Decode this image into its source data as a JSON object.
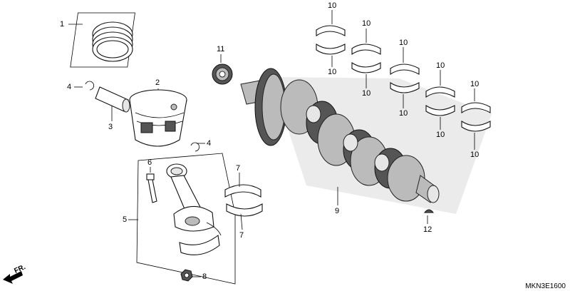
{
  "callouts": [
    {
      "id": "c1",
      "text": "1"
    },
    {
      "id": "c2",
      "text": "2"
    },
    {
      "id": "c3",
      "text": "3"
    },
    {
      "id": "c4a",
      "text": "4"
    },
    {
      "id": "c4b",
      "text": "4"
    },
    {
      "id": "c5",
      "text": "5"
    },
    {
      "id": "c6",
      "text": "6"
    },
    {
      "id": "c7a",
      "text": "7"
    },
    {
      "id": "c7b",
      "text": "7"
    },
    {
      "id": "c8",
      "text": "8"
    },
    {
      "id": "c9",
      "text": "9"
    },
    {
      "id": "c10a",
      "text": "10"
    },
    {
      "id": "c10b",
      "text": "10"
    },
    {
      "id": "c10c",
      "text": "10"
    },
    {
      "id": "c10d",
      "text": "10"
    },
    {
      "id": "c10e",
      "text": "10"
    },
    {
      "id": "c10f",
      "text": "10"
    },
    {
      "id": "c10g",
      "text": "10"
    },
    {
      "id": "c10h",
      "text": "10"
    },
    {
      "id": "c10i",
      "text": "10"
    },
    {
      "id": "c10j",
      "text": "10"
    },
    {
      "id": "c11",
      "text": "11"
    },
    {
      "id": "c12",
      "text": "12"
    }
  ],
  "front_arrow_label": "FR.",
  "diagram_code": "MKN3E1600",
  "parts": {
    "piston_rings": "piston-rings",
    "piston": "piston",
    "piston_pin": "piston-pin",
    "clip": "piston-pin-clip",
    "connecting_rod": "connecting-rod",
    "rod_bolt": "rod-bolt",
    "rod_bearing": "connecting-rod-bearing",
    "rod_nut": "rod-nut",
    "crankshaft": "crankshaft",
    "main_bearing": "crankshaft-main-bearing",
    "gear": "crankshaft-gear",
    "key": "woodruff-key"
  },
  "colors": {
    "ink": "#000000",
    "shade": "#555555",
    "paper": "#ffffff"
  }
}
